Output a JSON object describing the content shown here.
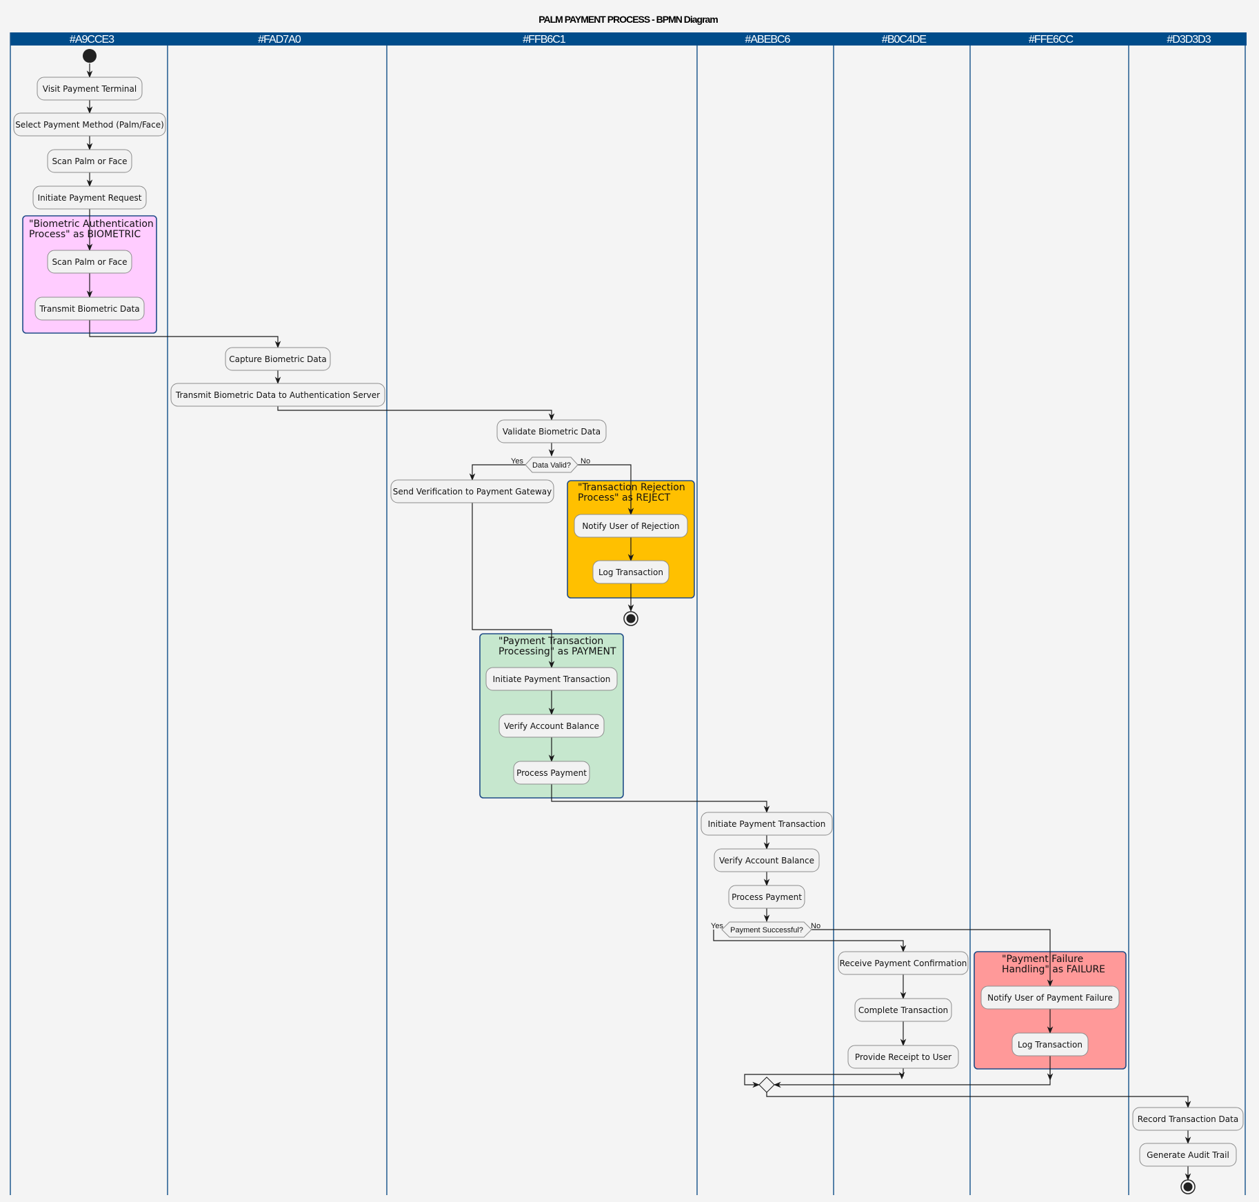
{
  "title": "PALM PAYMENT PROCESS - BPMN Diagram",
  "lanes": [
    "#A9CCE3",
    "#FAD7A0",
    "#FFB6C1",
    "#ABEBC6",
    "#B0C4DE",
    "#FFE6CC",
    "#D3D3D3"
  ],
  "groups": {
    "biometric": {
      "line1": "\"Biometric Authentication",
      "line2": "Process\" as BIOMETRIC",
      "color": "#FFCCFF"
    },
    "reject": {
      "line1": "\"Transaction Rejection",
      "line2": "Process\" as REJECT",
      "color": "#FFC000"
    },
    "payment": {
      "line1": "\"Payment Transaction",
      "line2": "Processing\" as PAYMENT",
      "color": "#C6E7CE"
    },
    "failure": {
      "line1": "\"Payment Failure",
      "line2": "Handling\" as FAILURE",
      "color": "#FF9999"
    }
  },
  "nodes": {
    "visit_terminal": "Visit Payment Terminal",
    "select_method": "Select Payment Method (Palm/Face)",
    "scan_palm_1": "Scan Palm or Face",
    "initiate_request": "Initiate Payment Request",
    "scan_palm_2": "Scan Palm or Face",
    "transmit_bio": "Transmit Biometric Data",
    "capture_bio": "Capture Biometric Data",
    "transmit_auth": "Transmit Biometric Data to Authentication Server",
    "validate_bio": "Validate Biometric Data",
    "send_verification": "Send Verification to Payment Gateway",
    "notify_rejection": "Notify User of Rejection",
    "log_transaction_1": "Log Transaction",
    "initiate_txn_1": "Initiate Payment Transaction",
    "verify_balance_1": "Verify Account Balance",
    "process_payment_1": "Process Payment",
    "initiate_txn_2": "Initiate Payment Transaction",
    "verify_balance_2": "Verify Account Balance",
    "process_payment_2": "Process Payment",
    "receive_confirmation": "Receive Payment Confirmation",
    "complete_txn": "Complete Transaction",
    "provide_receipt": "Provide Receipt to User",
    "notify_failure": "Notify User of Payment Failure",
    "log_transaction_2": "Log Transaction",
    "record_data": "Record Transaction Data",
    "audit_trail": "Generate Audit Trail"
  },
  "decisions": {
    "data_valid": {
      "label": "Data Valid?",
      "yes": "Yes",
      "no": "No"
    },
    "payment_ok": {
      "label": "Payment Successful?",
      "yes": "Yes",
      "no": "No"
    }
  }
}
